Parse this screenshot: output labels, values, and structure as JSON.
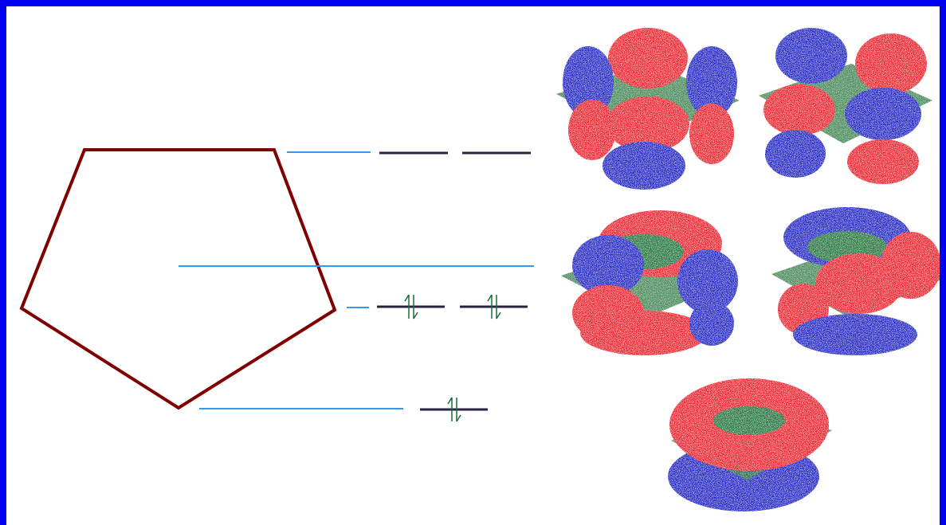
{
  "diagram": {
    "colors": {
      "frame": "#0000ee",
      "background": "#ffffff",
      "pentagon": "#800000",
      "guide_line": "#3399ee",
      "level_line": "#2a2240",
      "electron_arrow": "#1b6b3a",
      "lobe_positive": "#ee1c2a",
      "lobe_negative": "#1a22c8",
      "nodal_plane": "#1f7a3a"
    },
    "energy_levels": [
      {
        "level": "top",
        "degenerate_count": 2,
        "electrons": [
          0,
          0
        ]
      },
      {
        "level": "middle",
        "degenerate_count": 2,
        "electrons": [
          2,
          2
        ]
      },
      {
        "level": "bottom",
        "degenerate_count": 1,
        "electrons": [
          2
        ]
      }
    ],
    "orbital_images": [
      {
        "row": 1,
        "count": 2
      },
      {
        "row": 2,
        "count": 2
      },
      {
        "row": 3,
        "count": 1
      }
    ]
  }
}
